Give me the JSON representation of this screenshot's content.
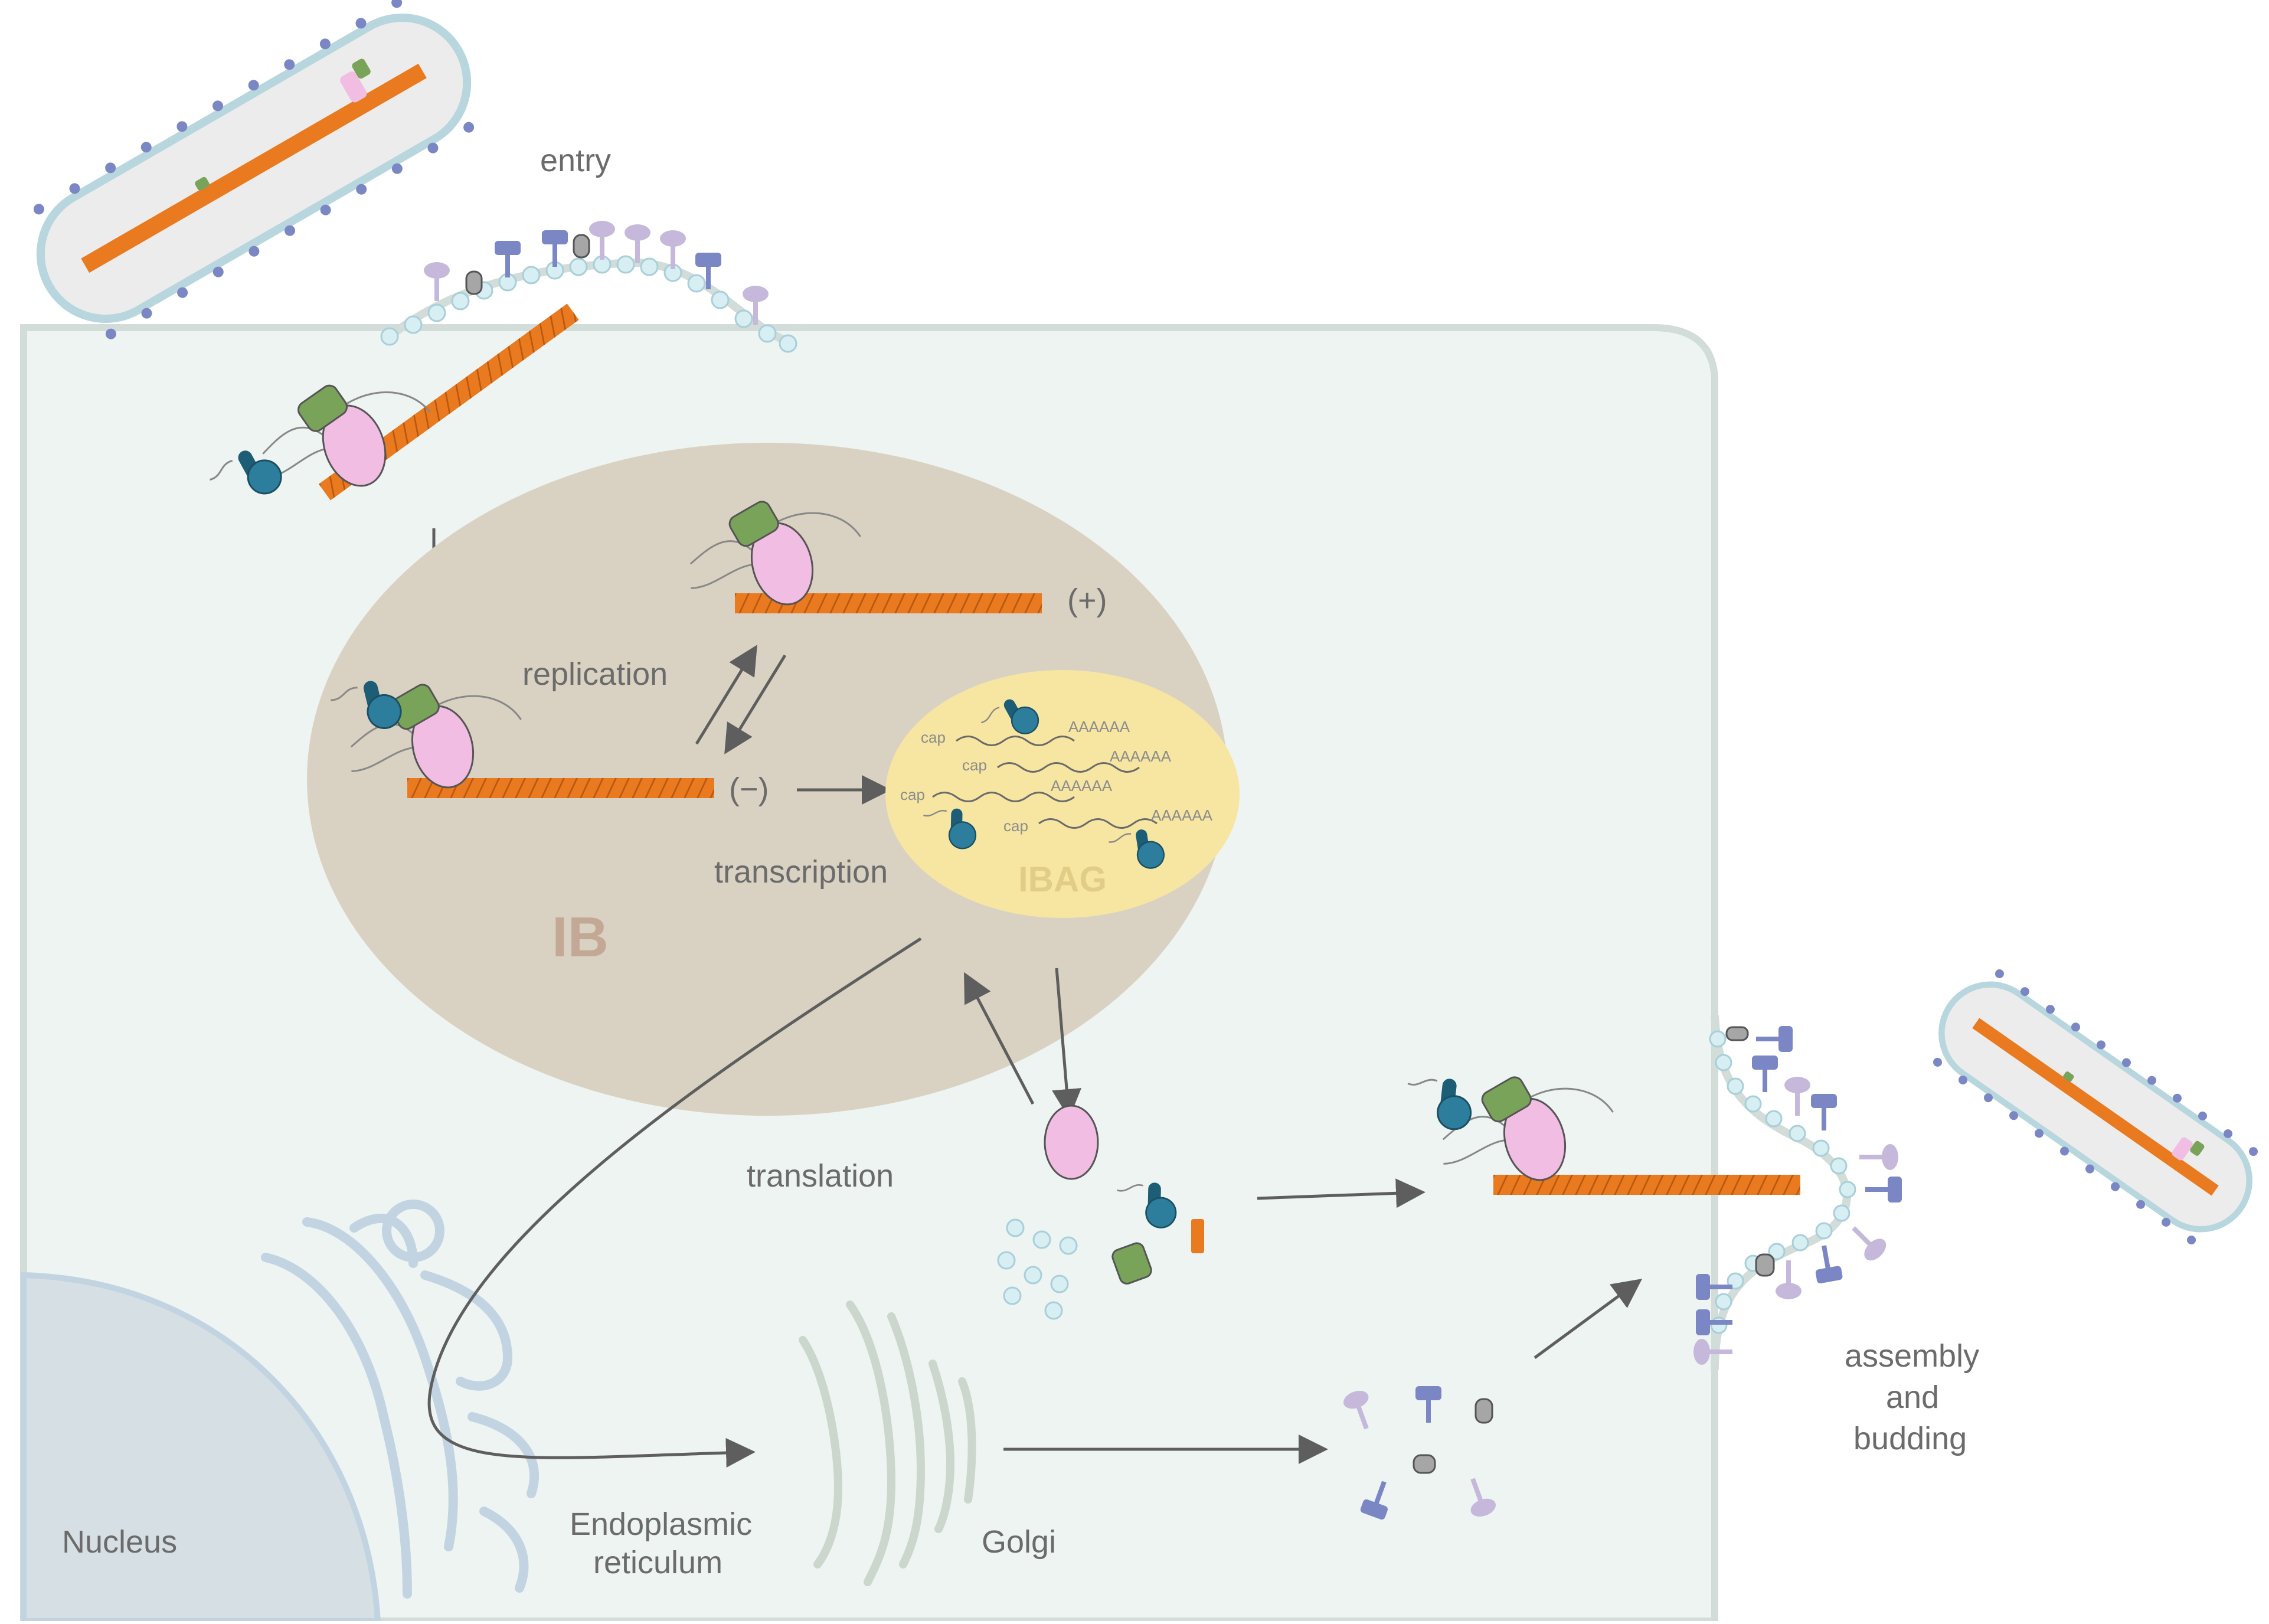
{
  "labels": {
    "entry": "entry",
    "replication": "replication",
    "plus_strand": "(+)",
    "minus_strand": "(−)",
    "transcription": "transcription",
    "ib": "IB",
    "ibag": "IBAG",
    "translation": "translation",
    "assembly_1": "assembly",
    "assembly_2": "and",
    "assembly_3": "budding",
    "nucleus": "Nucleus",
    "er_1": "Endoplasmic",
    "er_2": "reticulum",
    "golgi": "Golgi",
    "cap": "cap",
    "polya": "AAAAAA"
  },
  "colors": {
    "cell_fill": "#eef4f2",
    "cell_stroke": "#d2dcd8",
    "ib_fill": "#d9d2c2",
    "ib_label": "#c4a896",
    "ibag_fill": "#f6e6a2",
    "ibag_label": "#e2cd86",
    "rnp_orange": "#e97a1f",
    "polymerase_pink": "#f1bde2",
    "polymerase_green": "#7aa35a",
    "protein_blue": "#2d7e9c",
    "glycoprotein_violet": "#7b86c4",
    "glycoprotein_lilac": "#c5b8da",
    "membrane_bead": "#d7eef3",
    "organelle_stroke": "#c2d4e2",
    "arrow": "#5e5e5e"
  }
}
